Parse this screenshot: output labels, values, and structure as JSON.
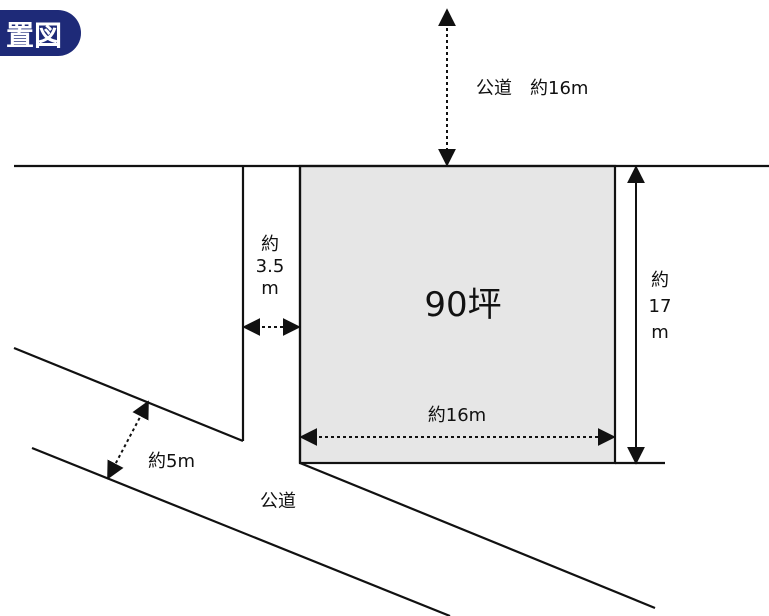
{
  "badge": {
    "text": "置図",
    "bg_color": "#1e2a78"
  },
  "labels": {
    "public_road_top": "公道　約16m",
    "alley_width_line1": "約",
    "alley_width_line2": "3.5",
    "alley_width_line3": "m",
    "lot_area": "90坪",
    "lot_depth_line1": "約",
    "lot_depth_line2": "17",
    "lot_depth_line3": "m",
    "lot_width": "約16m",
    "diagonal_road_width": "約5m",
    "public_road_bottom": "公道"
  },
  "colors": {
    "lot_fill": "#e6e6e6",
    "line": "#111111"
  }
}
